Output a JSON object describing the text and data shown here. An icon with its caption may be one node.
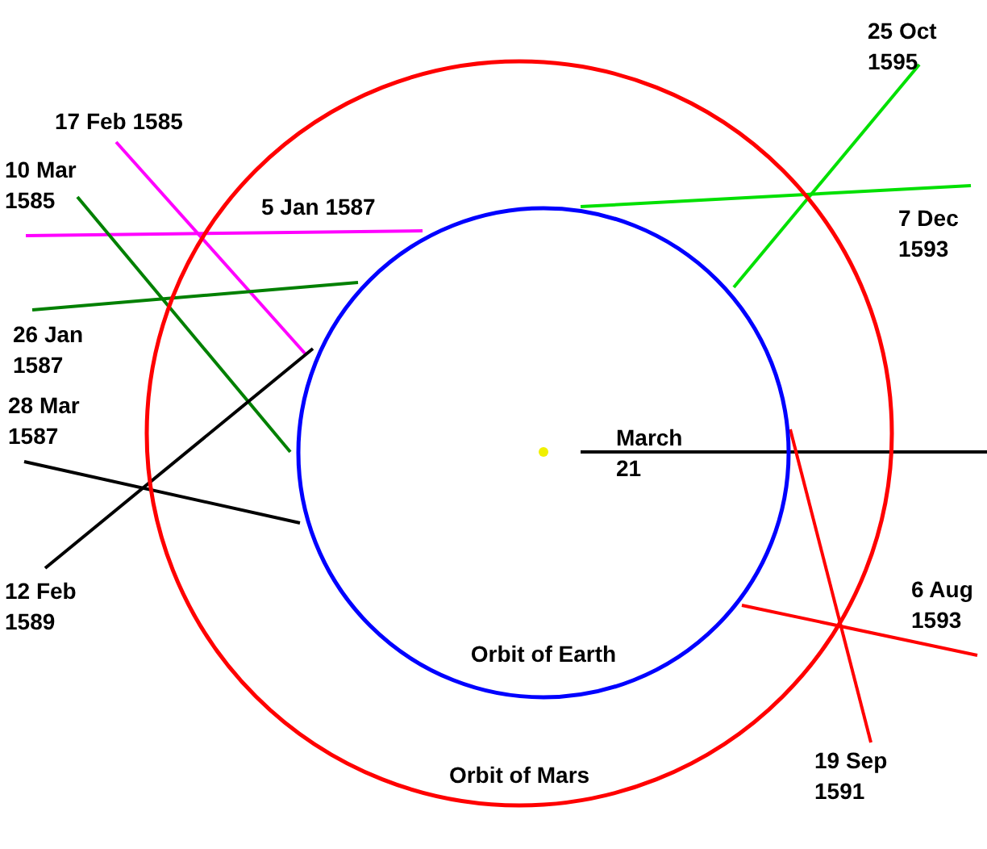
{
  "diagram": {
    "nodes": [
      {
        "text": [
          "Orbit of Mars"
        ]
      },
      {
        "text": [
          "Orbit of Earth"
        ],
        "in": 0
      }
    ],
    "edges": [],
    "labels": [
      "25 Oct 1595",
      "17 Feb 1585",
      "10 Mar 1585",
      "5 Jan 1587",
      "7 Dec 1593",
      "26 Jan 1587",
      "28 Mar 1587",
      "March 21",
      "12 Feb 1589",
      "6 Aug 1593",
      "19 Sep 1591"
    ]
  }
}
